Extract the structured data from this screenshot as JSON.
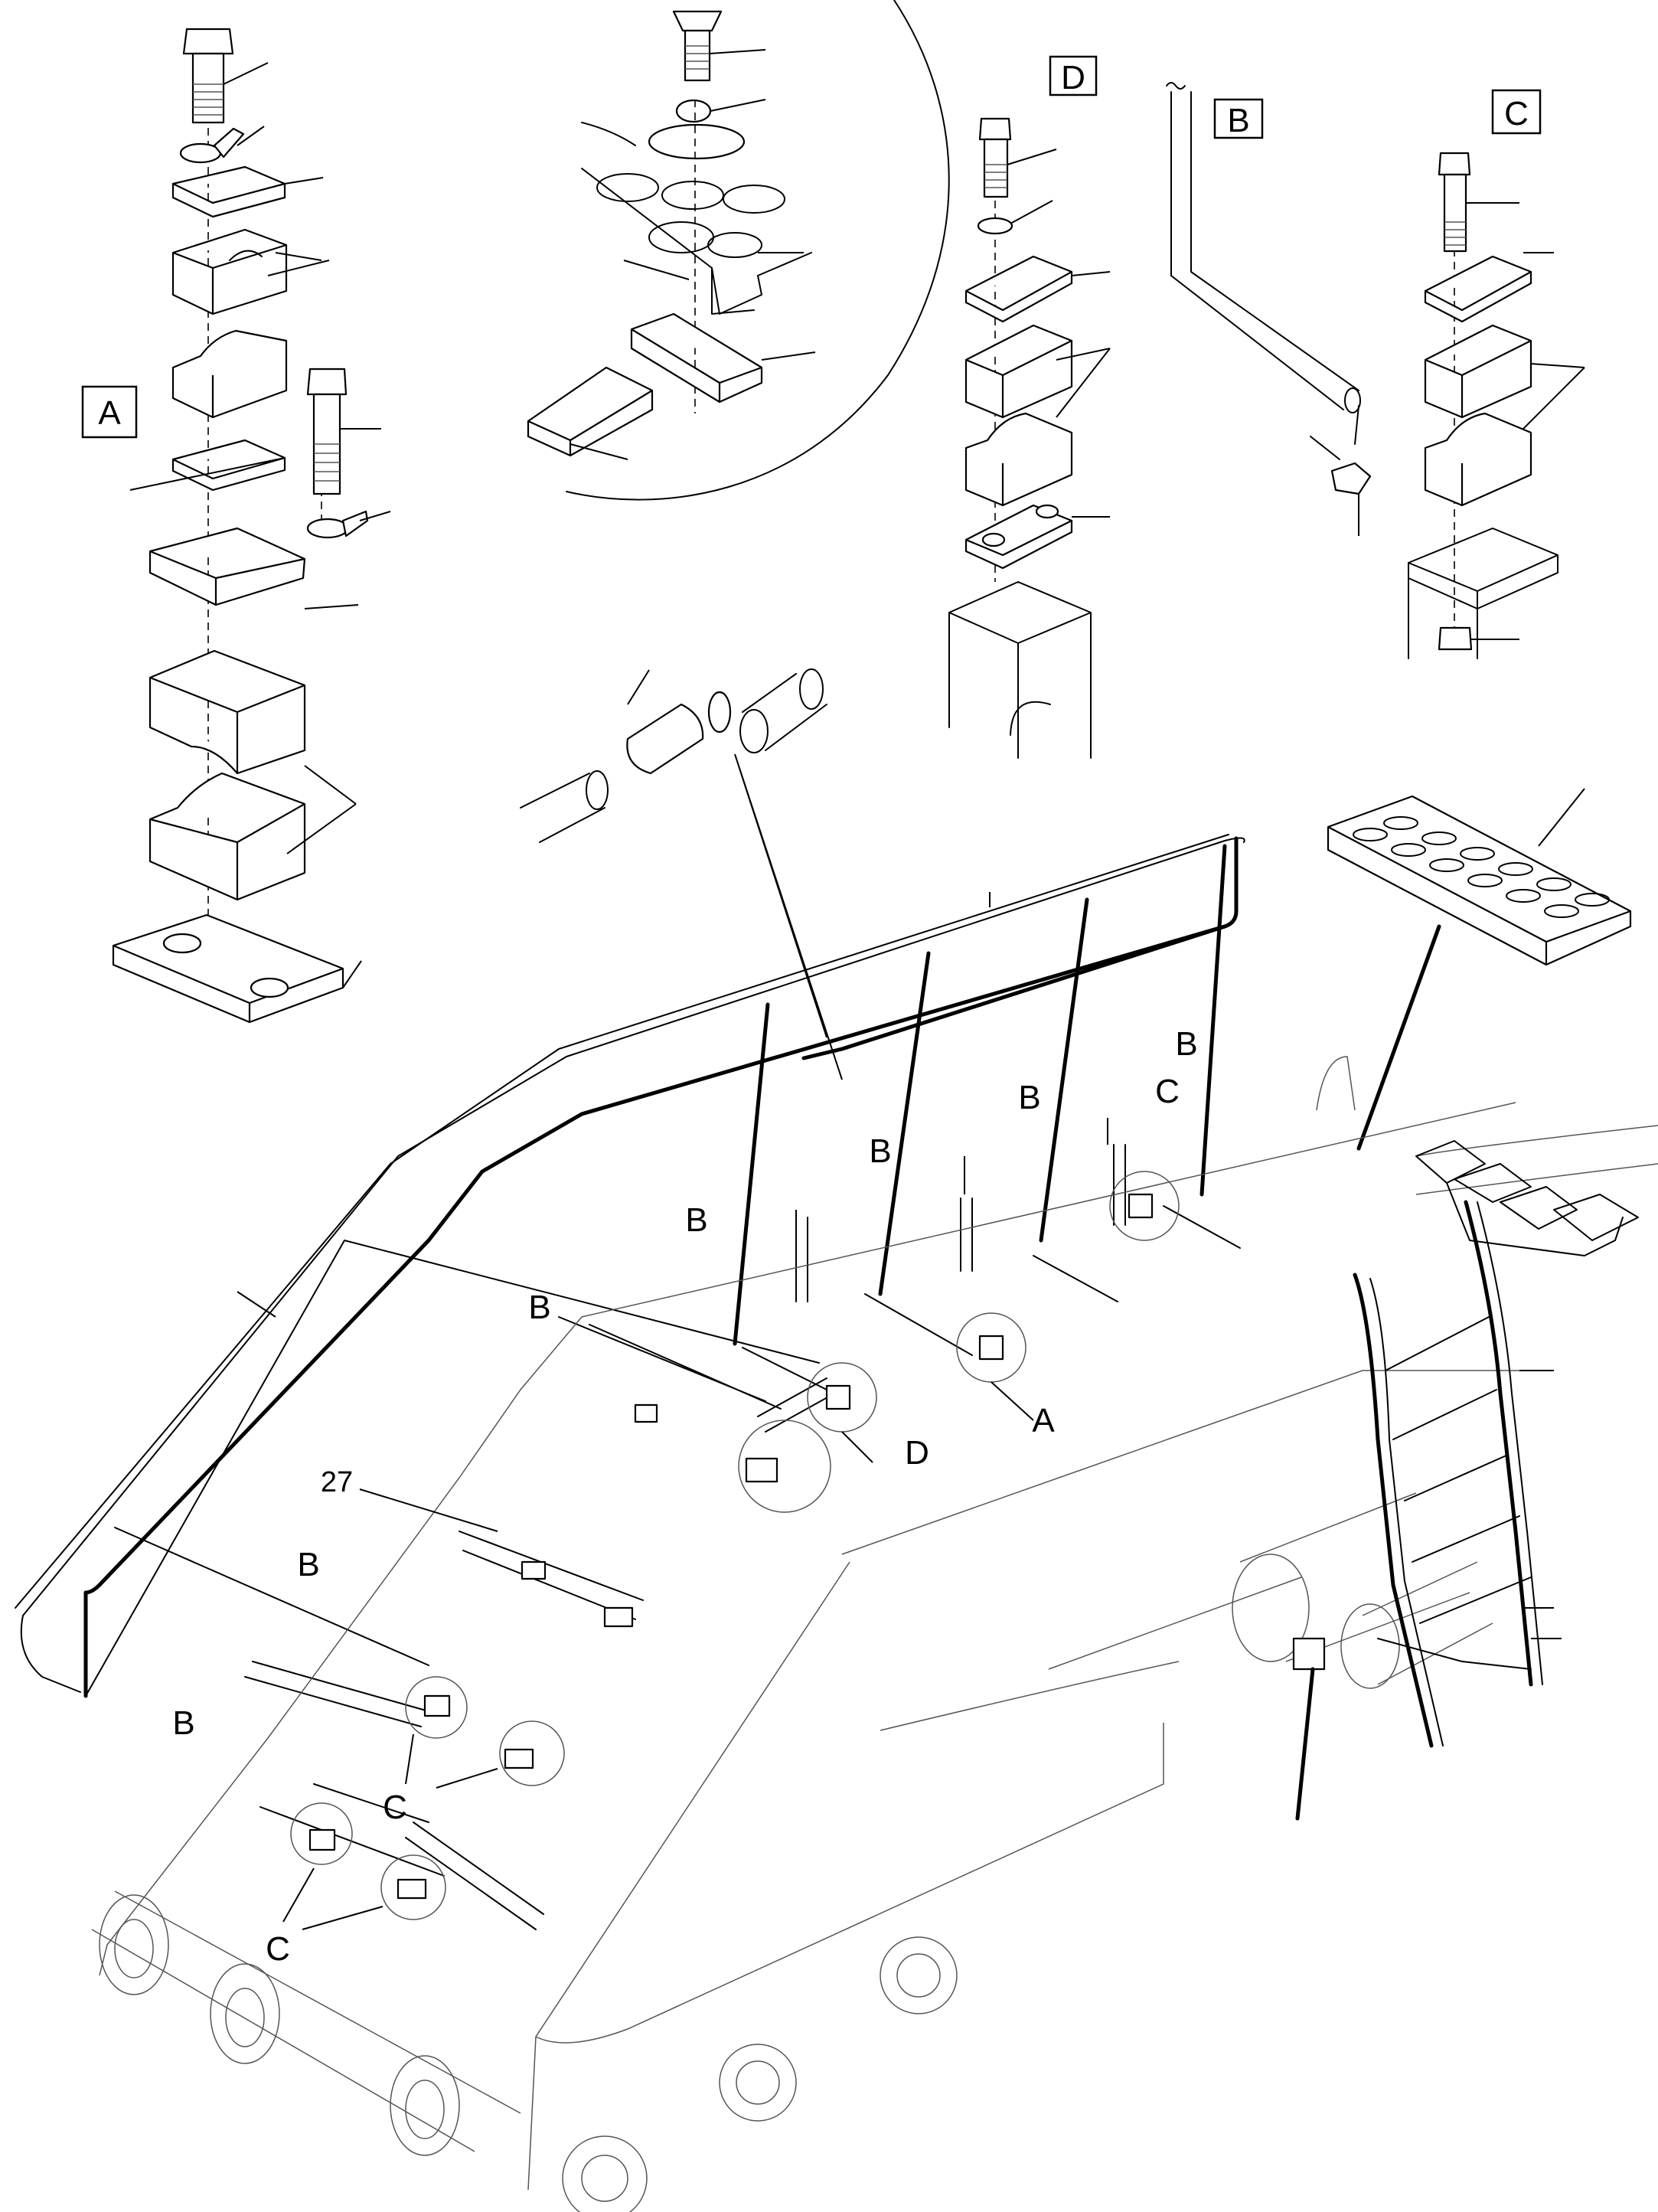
{
  "diagram": {
    "detail_view_labels": [
      "A",
      "D",
      "B",
      "C"
    ],
    "callout_letters": {
      "b": "B",
      "c": "C",
      "a": "A",
      "d": "D"
    },
    "reference_number": "27"
  }
}
